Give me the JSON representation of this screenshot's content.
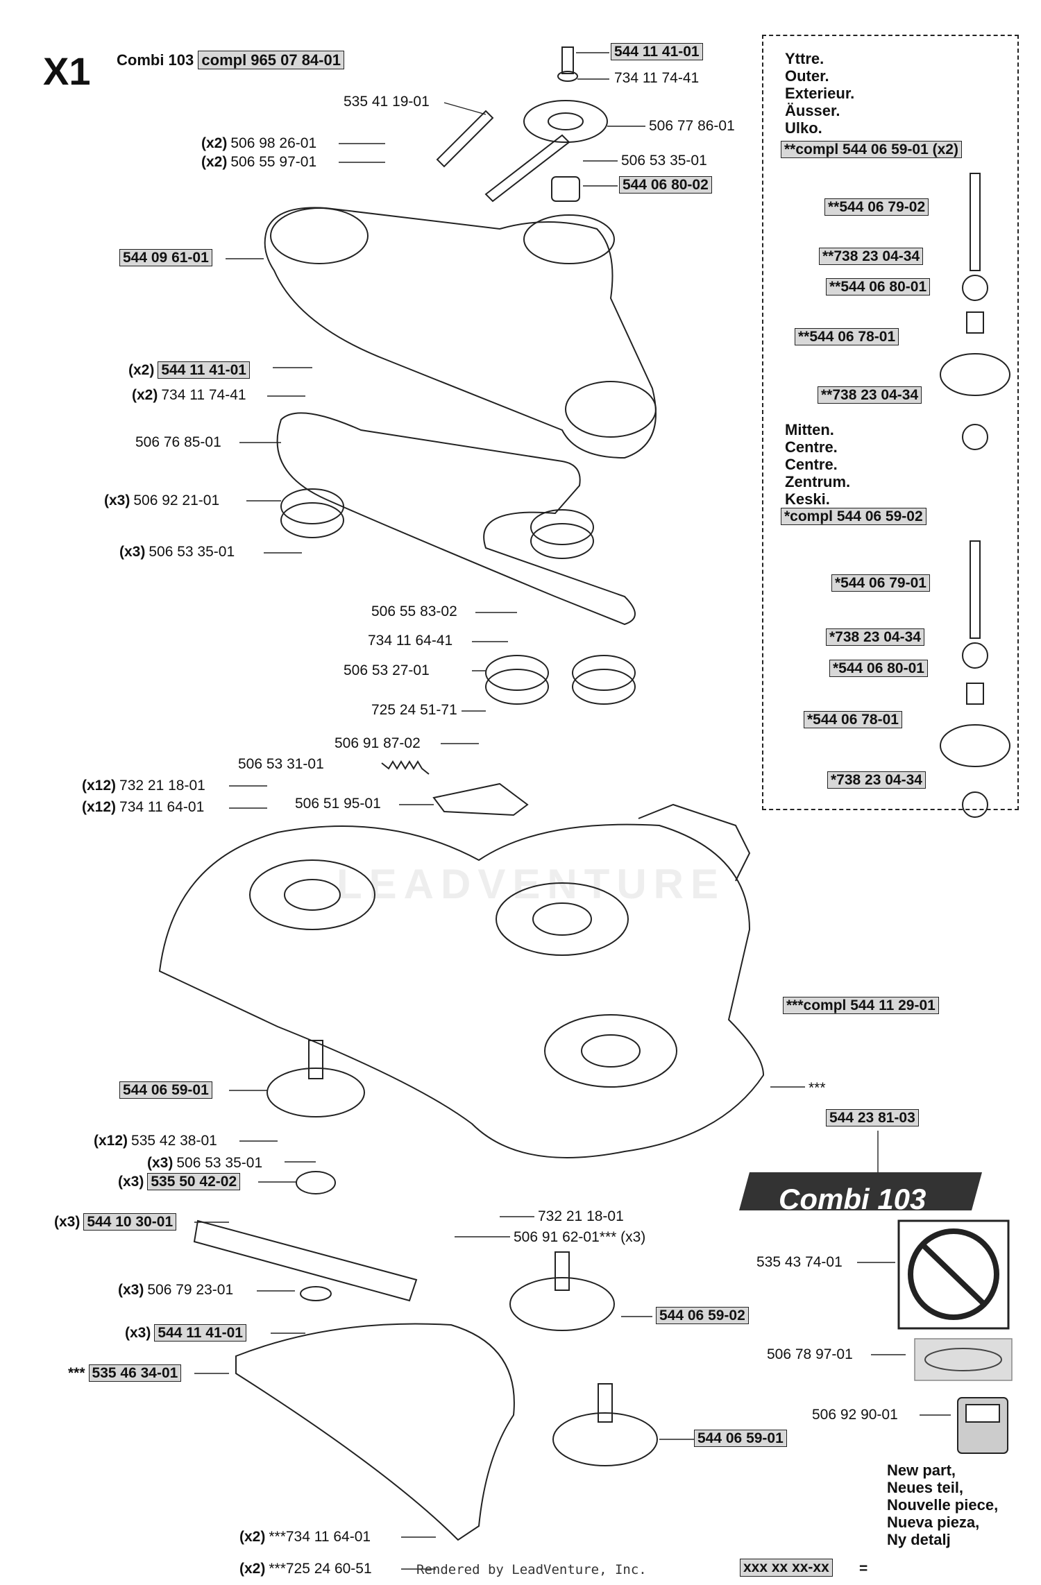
{
  "header": {
    "code": "X1",
    "model": "Combi 103",
    "compl": "compl 965 07 84-01"
  },
  "sections": {
    "outer": [
      "Yttre.",
      "Outer.",
      "Exterieur.",
      "Äusser.",
      "Ulko."
    ],
    "centre": [
      "Mitten.",
      "Centre.",
      "Centre.",
      "Zentrum.",
      "Keski."
    ]
  },
  "footer": {
    "credit": "Rendered by LeadVenture, Inc.",
    "watermark": "LEADVENTURE"
  },
  "legend": {
    "sample": "xxx xx xx-xx",
    "eq": "=",
    "lines": [
      "New part,",
      "Neues teil,",
      "Nouvelle piece,",
      "Nueva pieza,",
      "Ny detalj"
    ]
  },
  "decal_text": "Combi 103",
  "parts": [
    {
      "qty": "",
      "num": "544 11 41-01",
      "box": true
    },
    {
      "qty": "",
      "num": "734 11 74-41",
      "box": false
    },
    {
      "qty": "",
      "num": "535 41 19-01",
      "box": false
    },
    {
      "qty": "",
      "num": "506 77 86-01",
      "box": false
    },
    {
      "qty": "(x2)",
      "num": "506 98 26-01",
      "box": false
    },
    {
      "qty": "(x2)",
      "num": "506 55 97-01",
      "box": false
    },
    {
      "qty": "",
      "num": "506 53 35-01",
      "box": false
    },
    {
      "qty": "",
      "num": "544 06 80-02",
      "box": true
    },
    {
      "qty": "",
      "num": "544 09 61-01",
      "box": true
    },
    {
      "qty": "(x2)",
      "num": "544 11 41-01",
      "box": true
    },
    {
      "qty": "(x2)",
      "num": "734 11 74-41",
      "box": false
    },
    {
      "qty": "",
      "num": "506 76 85-01",
      "box": false
    },
    {
      "qty": "(x3)",
      "num": "506 92 21-01",
      "box": false
    },
    {
      "qty": "(x3)",
      "num": "506 53 35-01",
      "box": false
    },
    {
      "qty": "",
      "num": "506 55 83-02",
      "box": false
    },
    {
      "qty": "",
      "num": "734 11 64-41",
      "box": false
    },
    {
      "qty": "",
      "num": "506 53 27-01",
      "box": false
    },
    {
      "qty": "",
      "num": "725 24 51-71",
      "box": false
    },
    {
      "qty": "",
      "num": "506 91 87-02",
      "box": false
    },
    {
      "qty": "",
      "num": "506 53 31-01",
      "box": false
    },
    {
      "qty": "(x12)",
      "num": "732 21 18-01",
      "box": false
    },
    {
      "qty": "(x12)",
      "num": "734 11 64-01",
      "box": false
    },
    {
      "qty": "",
      "num": "506 51 95-01",
      "box": false
    },
    {
      "qty": "",
      "num": "***compl 544 11 29-01",
      "box": true
    },
    {
      "qty": "",
      "num": "***",
      "box": false
    },
    {
      "qty": "",
      "num": "544 06 59-01",
      "box": true
    },
    {
      "qty": "",
      "num": "544 23 81-03",
      "box": true
    },
    {
      "qty": "(x12)",
      "num": "535 42 38-01",
      "box": false
    },
    {
      "qty": "(x3)",
      "num": "506 53 35-01",
      "box": false
    },
    {
      "qty": "(x3)",
      "num": "535 50 42-02",
      "box": true
    },
    {
      "qty": "",
      "num": "732 21 18-01",
      "box": false
    },
    {
      "qty": "(x3)",
      "num": "544 10 30-01",
      "box": true
    },
    {
      "qty": "",
      "num": "506 91 62-01*** (x3)",
      "box": false
    },
    {
      "qty": "",
      "num": "535 43 74-01",
      "box": false
    },
    {
      "qty": "(x3)",
      "num": "506 79 23-01",
      "box": false
    },
    {
      "qty": "",
      "num": "544 06 59-02",
      "box": true
    },
    {
      "qty": "(x3)",
      "num": "544 11 41-01",
      "box": true
    },
    {
      "qty": "",
      "num": "506 78 97-01",
      "box": false
    },
    {
      "qty": "***",
      "num": "535 46 34-01",
      "box": true
    },
    {
      "qty": "",
      "num": "506 92 90-01",
      "box": false
    },
    {
      "qty": "",
      "num": "544 06 59-01",
      "box": true
    },
    {
      "qty": "(x2)",
      "num": "***734 11 64-01",
      "box": false
    },
    {
      "qty": "(x2)",
      "num": "***725 24 60-51",
      "box": false
    },
    {
      "qty": "",
      "num": "**compl 544 06 59-01 (x2)",
      "box": true
    },
    {
      "qty": "",
      "num": "**544 06 79-02",
      "box": true
    },
    {
      "qty": "",
      "num": "**738 23 04-34",
      "box": true
    },
    {
      "qty": "",
      "num": "**544 06 80-01",
      "box": true
    },
    {
      "qty": "",
      "num": "**544 06 78-01",
      "box": true
    },
    {
      "qty": "",
      "num": "**738 23 04-34",
      "box": true
    },
    {
      "qty": "",
      "num": "*compl 544 06 59-02",
      "box": true
    },
    {
      "qty": "",
      "num": "*544 06 79-01",
      "box": true
    },
    {
      "qty": "",
      "num": "*738 23 04-34",
      "box": true
    },
    {
      "qty": "",
      "num": "*544 06 80-01",
      "box": true
    },
    {
      "qty": "",
      "num": "*544 06 78-01",
      "box": true
    },
    {
      "qty": "",
      "num": "*738 23 04-34",
      "box": true
    }
  ]
}
